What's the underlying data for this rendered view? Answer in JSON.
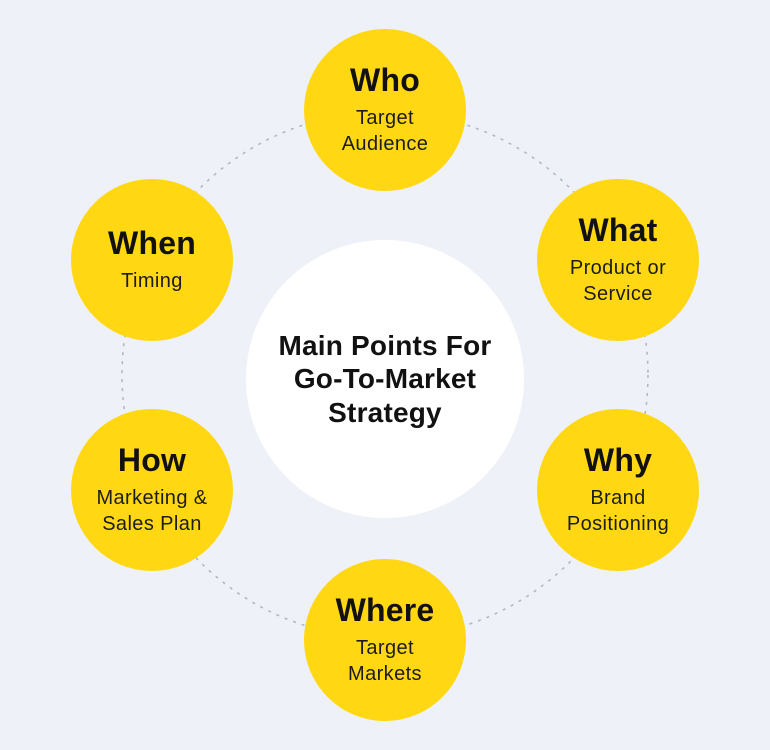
{
  "center": {
    "title_lines": [
      "Main Points For",
      "Go-To-Market",
      "Strategy"
    ]
  },
  "nodes": [
    {
      "id": "who",
      "heading": "Who",
      "subtitle": "Target Audience"
    },
    {
      "id": "what",
      "heading": "What",
      "subtitle": "Product or Service"
    },
    {
      "id": "why",
      "heading": "Why",
      "subtitle": "Brand Positioning"
    },
    {
      "id": "where",
      "heading": "Where",
      "subtitle": "Target Markets"
    },
    {
      "id": "how",
      "heading": "How",
      "subtitle": "Marketing & Sales Plan"
    },
    {
      "id": "when",
      "heading": "When",
      "subtitle": "Timing"
    }
  ],
  "colors": {
    "node_fill": "#FFD713",
    "background": "#EEF1F7",
    "center_fill": "#FFFFFF",
    "dash": "#B3B8C2",
    "text": "#111111"
  }
}
